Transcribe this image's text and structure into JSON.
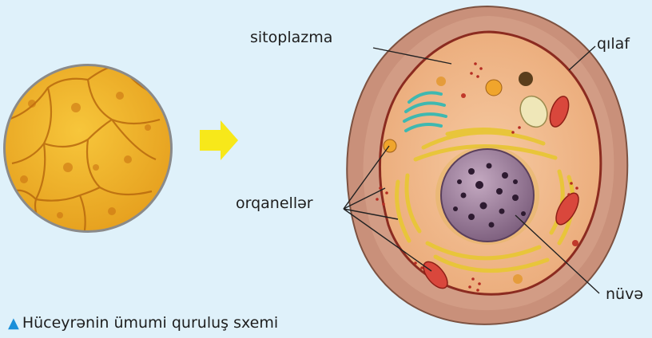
{
  "labels": {
    "cytoplasm": "sitoplazma",
    "membrane": "qılaf",
    "organelles": "orqanellər",
    "nucleus": "nüvə"
  },
  "caption": {
    "text": "Hüceyrənin ümumi quruluş sxemi",
    "marker_icon": "triangle-up-icon",
    "marker_color": "#1a8fd9"
  },
  "colors": {
    "background": "#dff1fa",
    "arrow": "#f7e81a",
    "micro_fill": "#f0a91e",
    "cell_outer": "#c9907a",
    "cytoplasm": "#f0b98a",
    "nucleus": "#9c7f9c",
    "organelle_yellow": "#e8c53a"
  }
}
